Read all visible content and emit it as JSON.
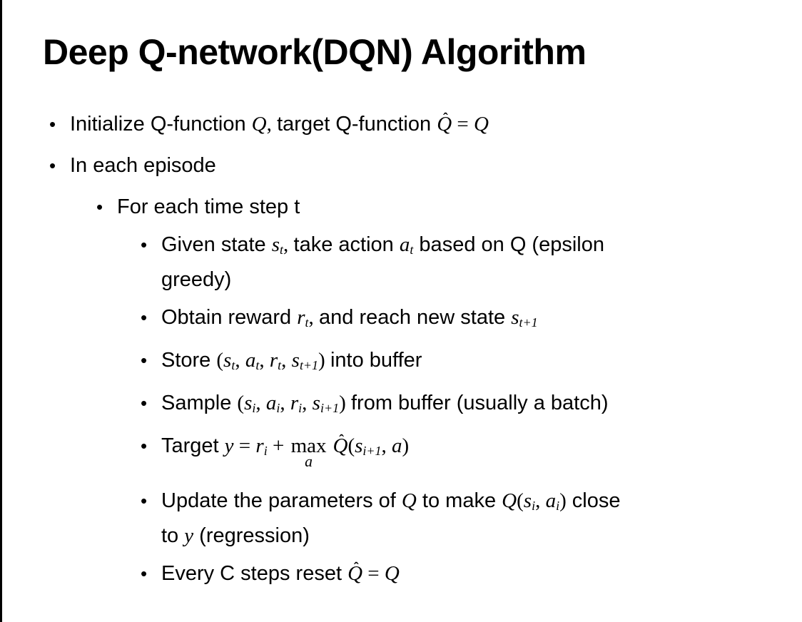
{
  "slide": {
    "title": "Deep Q-network(DQN) Algorithm",
    "bullet_glyph": "•",
    "colors": {
      "background": "#ffffff",
      "text": "#000000",
      "left_edge_line": "#000000"
    },
    "bullets": [
      {
        "level": 1,
        "segments": [
          {
            "s": "t",
            "x": "Initialize Q-function "
          },
          {
            "s": "v",
            "x": "Q"
          },
          {
            "s": "m",
            "x": ", "
          },
          {
            "s": "t",
            "x": "target Q-function "
          },
          {
            "s": "hat",
            "x": "Q"
          },
          {
            "s": "m",
            "x": " = "
          },
          {
            "s": "v",
            "x": "Q"
          }
        ]
      },
      {
        "level": 1,
        "segments": [
          {
            "s": "t",
            "x": "In each episode"
          }
        ]
      },
      {
        "level": 2,
        "segments": [
          {
            "s": "t",
            "x": "For each time step t"
          }
        ]
      },
      {
        "level": 3,
        "segments": [
          {
            "s": "t",
            "x": "Given state "
          },
          {
            "s": "v",
            "x": "s"
          },
          {
            "s": "sub",
            "x": "t"
          },
          {
            "s": "m",
            "x": ", "
          },
          {
            "s": "t",
            "x": "take action "
          },
          {
            "s": "v",
            "x": "a"
          },
          {
            "s": "sub",
            "x": "t"
          },
          {
            "s": "t",
            "x": " based on Q (epsilon"
          },
          {
            "s": "br"
          },
          {
            "s": "t",
            "x": "greedy)"
          }
        ]
      },
      {
        "level": 3,
        "segments": [
          {
            "s": "t",
            "x": "Obtain reward "
          },
          {
            "s": "v",
            "x": "r"
          },
          {
            "s": "sub",
            "x": "t"
          },
          {
            "s": "m",
            "x": ", "
          },
          {
            "s": "t",
            "x": "and reach new state "
          },
          {
            "s": "v",
            "x": "s"
          },
          {
            "s": "sub",
            "x": "t+1"
          }
        ]
      },
      {
        "level": 3,
        "segments": [
          {
            "s": "t",
            "x": "Store "
          },
          {
            "s": "m",
            "x": "("
          },
          {
            "s": "v",
            "x": "s"
          },
          {
            "s": "sub",
            "x": "t"
          },
          {
            "s": "m",
            "x": ", "
          },
          {
            "s": "v",
            "x": "a"
          },
          {
            "s": "sub",
            "x": "t"
          },
          {
            "s": "m",
            "x": ", "
          },
          {
            "s": "v",
            "x": "r"
          },
          {
            "s": "sub",
            "x": "t"
          },
          {
            "s": "m",
            "x": ", "
          },
          {
            "s": "v",
            "x": "s"
          },
          {
            "s": "sub",
            "x": "t+1"
          },
          {
            "s": "m",
            "x": ") "
          },
          {
            "s": "t",
            "x": "into buffer"
          }
        ]
      },
      {
        "level": 3,
        "segments": [
          {
            "s": "t",
            "x": "Sample "
          },
          {
            "s": "m",
            "x": "("
          },
          {
            "s": "v",
            "x": "s"
          },
          {
            "s": "sub",
            "x": "i"
          },
          {
            "s": "m",
            "x": ", "
          },
          {
            "s": "v",
            "x": "a"
          },
          {
            "s": "sub",
            "x": "i"
          },
          {
            "s": "m",
            "x": ", "
          },
          {
            "s": "v",
            "x": "r"
          },
          {
            "s": "sub",
            "x": "i"
          },
          {
            "s": "m",
            "x": ", "
          },
          {
            "s": "v",
            "x": "s"
          },
          {
            "s": "sub",
            "x": "i+1"
          },
          {
            "s": "m",
            "x": ") "
          },
          {
            "s": "t",
            "x": "from buffer (usually a batch)"
          }
        ]
      },
      {
        "level": 3,
        "extra": "has-under",
        "segments": [
          {
            "s": "t",
            "x": "Target "
          },
          {
            "s": "v",
            "x": "y"
          },
          {
            "s": "m",
            "x": " = "
          },
          {
            "s": "v",
            "x": "r"
          },
          {
            "s": "sub",
            "x": "i"
          },
          {
            "s": "m",
            "x": " + "
          },
          {
            "s": "maxa",
            "x": "max",
            "under": "a"
          },
          {
            "s": "hat",
            "x": "Q"
          },
          {
            "s": "m",
            "x": "("
          },
          {
            "s": "v",
            "x": "s"
          },
          {
            "s": "sub",
            "x": "i+1"
          },
          {
            "s": "m",
            "x": ", "
          },
          {
            "s": "v",
            "x": "a"
          },
          {
            "s": "m",
            "x": ")"
          }
        ]
      },
      {
        "level": 3,
        "segments": [
          {
            "s": "t",
            "x": "Update the parameters of "
          },
          {
            "s": "v",
            "x": "Q"
          },
          {
            "s": "t",
            "x": " to make "
          },
          {
            "s": "v",
            "x": "Q"
          },
          {
            "s": "m",
            "x": "("
          },
          {
            "s": "v",
            "x": "s"
          },
          {
            "s": "sub",
            "x": "i"
          },
          {
            "s": "m",
            "x": ", "
          },
          {
            "s": "v",
            "x": "a"
          },
          {
            "s": "sub",
            "x": "i"
          },
          {
            "s": "m",
            "x": ")"
          },
          {
            "s": "t",
            "x": " close"
          },
          {
            "s": "br"
          },
          {
            "s": "t",
            "x": "to "
          },
          {
            "s": "v",
            "x": "y"
          },
          {
            "s": "t",
            "x": " (regression)"
          }
        ]
      },
      {
        "level": 3,
        "segments": [
          {
            "s": "t",
            "x": "Every C steps reset "
          },
          {
            "s": "hat",
            "x": "Q"
          },
          {
            "s": "m",
            "x": " = "
          },
          {
            "s": "v",
            "x": "Q"
          }
        ]
      }
    ]
  }
}
